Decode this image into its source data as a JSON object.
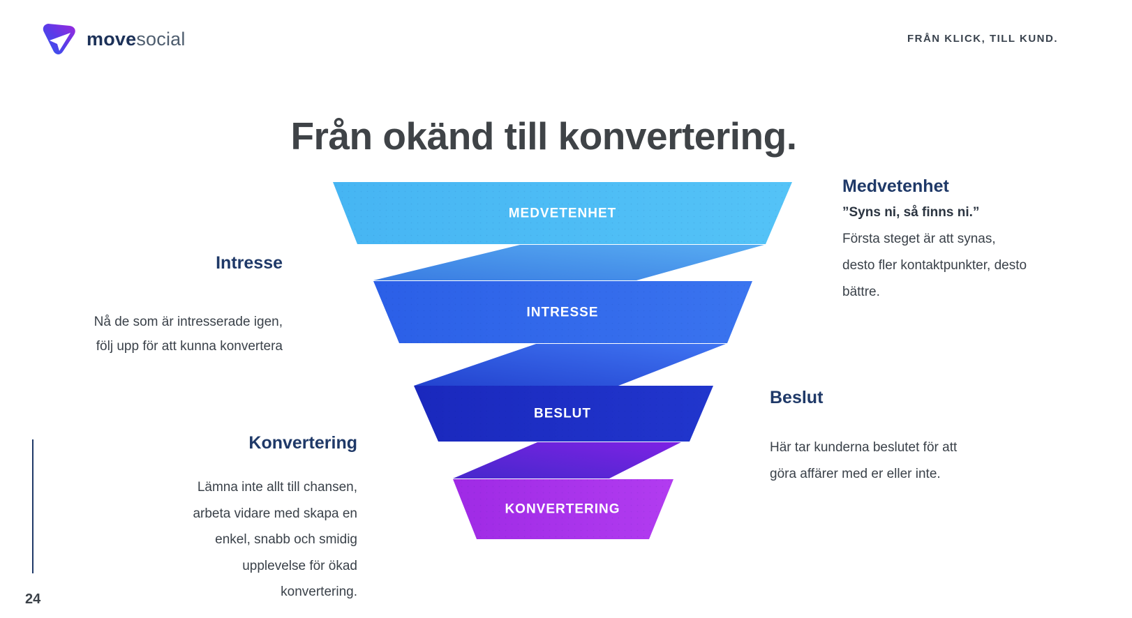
{
  "header": {
    "logo": {
      "bold": "move",
      "light": "social"
    },
    "tagline": "FRÅN KLICK, TILL KUND."
  },
  "title": "Från okänd till konvertering.",
  "funnel": {
    "stages": [
      {
        "label": "MEDVETENHET",
        "color": "#4cbcf4"
      },
      {
        "label": "INTRESSE",
        "color": "#2d63e9"
      },
      {
        "label": "BESLUT",
        "color": "#1b2ac1"
      },
      {
        "label": "KONVERTERING",
        "color": "#a832ea"
      }
    ]
  },
  "annotations": {
    "left": [
      {
        "heading": "Intresse",
        "lines": [
          "Nå de som är intresserade igen,",
          "följ upp för att kunna konvertera"
        ]
      },
      {
        "heading": "Konvertering",
        "lines": [
          "Lämna inte allt till chansen,",
          "arbeta vidare med skapa en",
          "enkel, snabb och smidig",
          "upplevelse för ökad",
          "konvertering."
        ]
      }
    ],
    "right": [
      {
        "heading": "Medvetenhet",
        "quote": "”Syns ni, så finns ni.”",
        "lines": [
          "Första steget är att synas,",
          "desto fler kontaktpunkter, desto",
          "bättre."
        ]
      },
      {
        "heading": "Beslut",
        "lines": [
          "Här tar kunderna beslutet för att",
          "göra affärer med er eller inte."
        ]
      }
    ]
  },
  "page_number": "24",
  "colors": {
    "heading_navy": "#1f3968",
    "title_gray": "#3f4347",
    "body_gray": "#3a4149"
  }
}
